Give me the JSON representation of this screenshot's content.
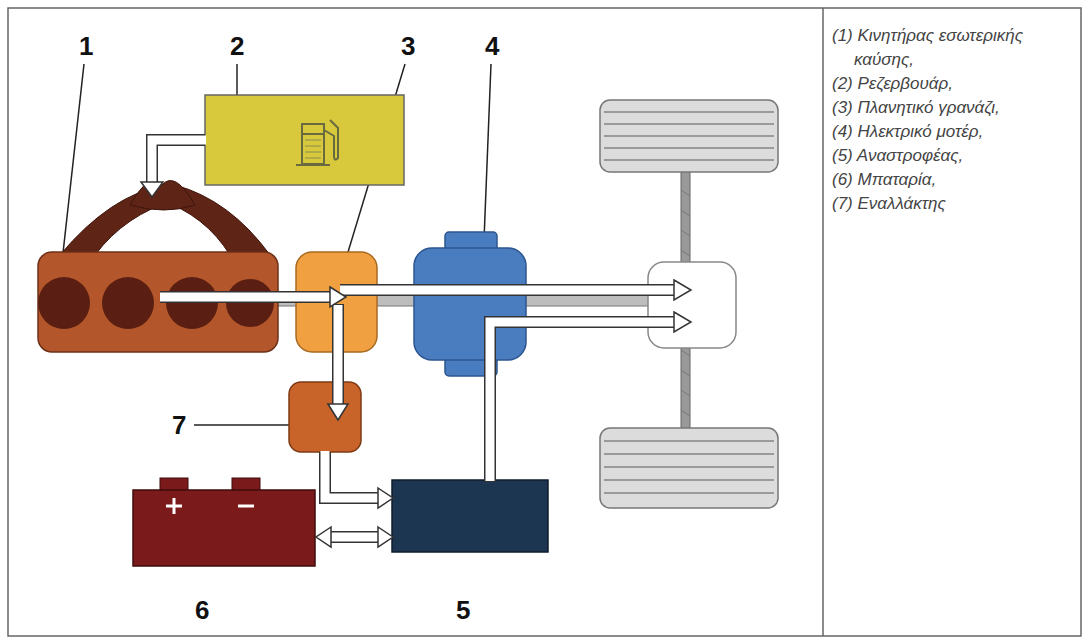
{
  "diagram": {
    "labels": [
      "1",
      "2",
      "3",
      "4",
      "7",
      "6",
      "5",
      "(1) Κινητήρας εσωτερικής καύσης,",
      "(2) Ρεζερβουάρ,",
      "(3) Πλανητικό γρανάζι,",
      "(4) Ηλεκτρικό μοτέρ,",
      "(5) Αναστροφέας,",
      "(6) Μπαταρία,",
      "(7) Εναλλάκτης"
    ]
  }
}
